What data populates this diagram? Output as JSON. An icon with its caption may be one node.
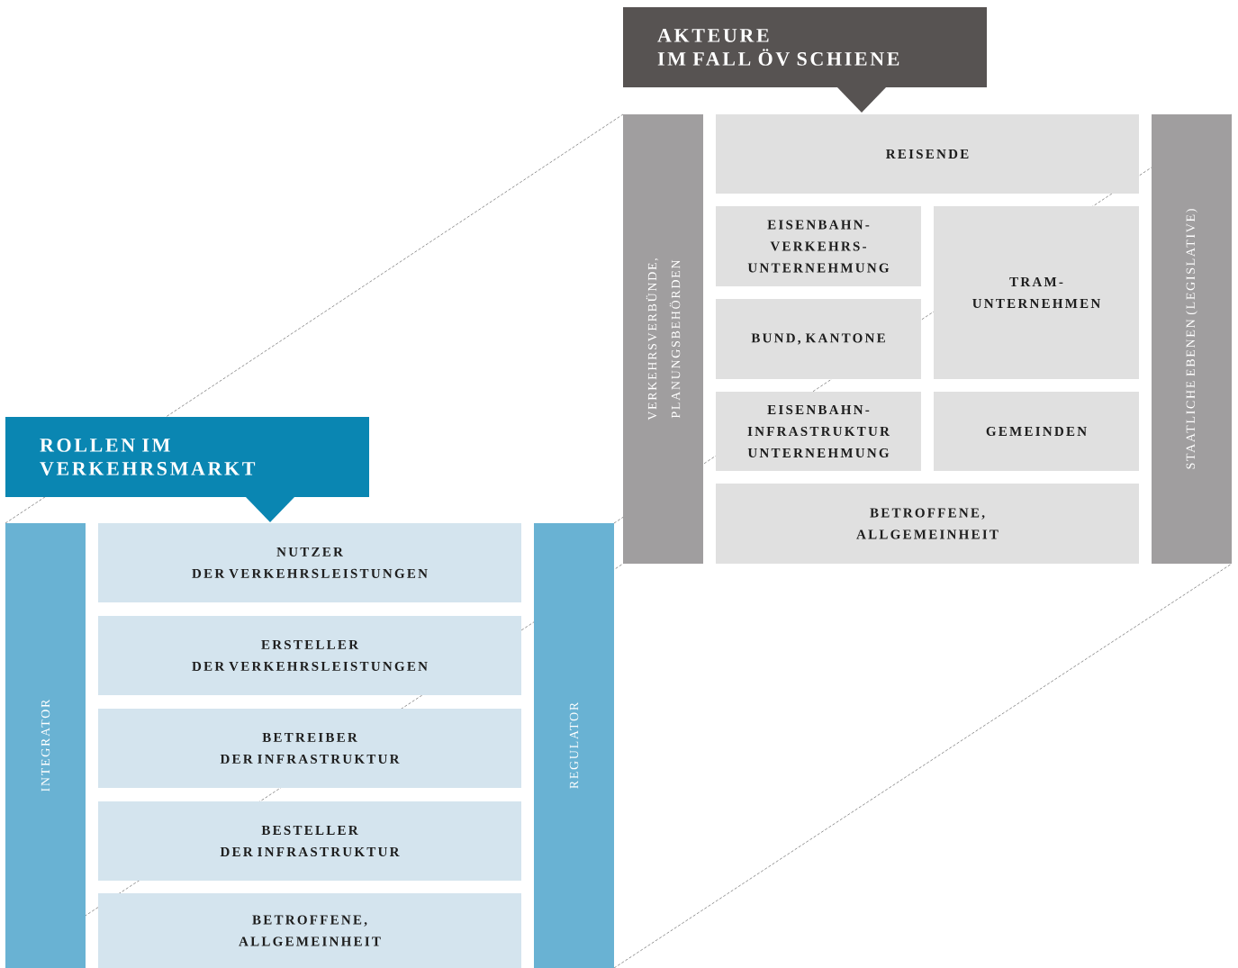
{
  "diagram": {
    "nodes": [
      {
        "text": [
          "ROLLEN IM VERKEHRSMARKT"
        ]
      },
      {
        "text": [
          "INTEGRATOR"
        ]
      },
      {
        "text": [
          "NUTZER DER VERKEHRSLEISTUNGEN"
        ]
      },
      {
        "text": [
          "ERSTELLER DER VERKEHRSLEISTUNGEN"
        ]
      },
      {
        "text": [
          "BETREIBER DER INFRASTRUKTUR"
        ]
      },
      {
        "text": [
          "BESTELLER DER INFRASTRUKTUR"
        ]
      },
      {
        "text": [
          "BETROFFENE, ALLGEMEINHEIT"
        ]
      },
      {
        "text": [
          "REGULATOR"
        ]
      },
      {
        "text": [
          "AKTEURE IM FALL ÖV SCHIENE"
        ]
      },
      {
        "text": [
          "VERKEHRSVERBÜNDE, PLANUNGSBEHÖRDEN"
        ]
      },
      {
        "text": [
          "REISENDE"
        ]
      },
      {
        "text": [
          "EISENBAHN- VERKEHRS- UNTERNEHMUNG"
        ]
      },
      {
        "text": [
          "TRAM- UNTERNEHMEN"
        ]
      },
      {
        "text": [
          "BUND, KANTONE"
        ]
      },
      {
        "text": [
          "EISENBAHN- INFRASTRUKTUR UNTERNEHMUNG"
        ]
      },
      {
        "text": [
          "GEMEINDEN"
        ]
      },
      {
        "text": [
          "BETROFFENE, ALLGEMEINHEIT"
        ]
      },
      {
        "text": [
          "STAATLICHE EBENEN (LEGISLATIVE)"
        ]
      }
    ]
  }
}
